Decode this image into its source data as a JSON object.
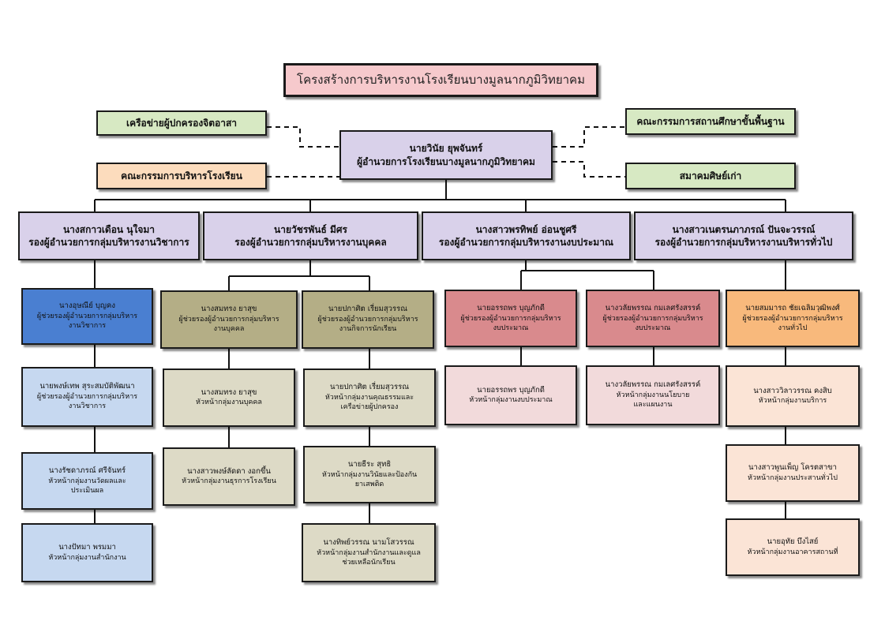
{
  "title": "โครงสร้างการบริหารงานโรงเรียนบางมูลนากภูมิวิทยาคม",
  "colors": {
    "title_bg": "#f6c9cc",
    "green": "#d7e9c3",
    "orange_light": "#fcdcbd",
    "lavender": "#d9d1ea",
    "blue_dark": "#4a7fd1",
    "blue_light": "#c6d8f0",
    "khaki_dark": "#b4ae86",
    "khaki_light": "#dddac6",
    "rose_dark": "#d98a8d",
    "rose_light": "#f2dadb",
    "orange_dark": "#f8b97c",
    "peach_light": "#fbe4d6"
  },
  "side_boxes": {
    "parent_network": "เครือข่ายผู้ปกครองจิตอาสา",
    "school_admin_committee": "คณะกรรมการบริหารโรงเรียน",
    "basic_education_committee": "คณะกรรมการสถานศึกษาขั้นพื้นฐาน",
    "alumni_association": "สมาคมศิษย์เก่า"
  },
  "director": {
    "name": "นายวินัย ยุพจันทร์",
    "position": "ผู้อำนวยการโรงเรียนบางมูลนากภูมิวิทยาคม"
  },
  "deputies": [
    {
      "name": "นางสกาวเดือน นุใจมา",
      "position": "รองผู้อำนวยการกลุ่มบริหารงานวิชาการ"
    },
    {
      "name": "นายวัชรพันธ์ มีศร",
      "position": "รองผู้อำนวยการกลุ่มบริหารงานบุคคล"
    },
    {
      "name": "นางสาวพรทิพย์ อ่อนชูศรี",
      "position": "รองผู้อำนวยการกลุ่มบริหารงานงบประมาณ"
    },
    {
      "name": "นางสาวเนตรนภาภรณ์ ปันจะวรรณ์",
      "position": "รองผู้อำนวยการกลุ่มบริหารงานบริหารทั่วไป"
    }
  ],
  "academic": {
    "assistant": {
      "name": "นางอุษณีย์ บุญคง",
      "line1": "ผู้ช่วยรองผู้อำนวยการกลุ่มบริหาร",
      "line2": "งานวิชาการ"
    },
    "heads": [
      {
        "name": "นายพงษ์เทพ สุระสมบัติพัฒนา",
        "line1": "ผู้ช่วยรองผู้อำนวยการกลุ่มบริหาร",
        "line2": "งานวิชาการ"
      },
      {
        "name": "นางรัชดาภรณ์ ศรีจันทร์",
        "line1": "หัวหน้ากลุ่มงานวัดผลและ",
        "line2": "ประเมินผล"
      },
      {
        "name": "นางปัทมา พรมมา",
        "line1": "หัวหน้ากลุ่มงานสำนักงาน",
        "line2": ""
      }
    ]
  },
  "personnel": {
    "left_assistant": {
      "name": "นางสมทรง ยาสุข",
      "line1": "ผู้ช่วยรองผู้อำนวยการกลุ่มบริหาร",
      "line2": "งานบุคคล"
    },
    "left_heads": [
      {
        "name": "นางสมทรง ยาสุข",
        "line1": "หัวหน้ากลุ่มงานบุคคล",
        "line2": ""
      },
      {
        "name": "นางสาวพงษ์ลัดดา งอกขึ้น",
        "line1": "หัวหน้ากลุ่มงานธุรการโรงเรียน",
        "line2": ""
      }
    ],
    "right_assistant": {
      "name": "นายปกาศิต เรี่ยมสุวรรณ",
      "line1": "ผู้ช่วยรองผู้อำนวยการกลุ่มบริหาร",
      "line2": "งานกิจการนักเรียน"
    },
    "right_heads": [
      {
        "name": "นายปกาศิต เรี่ยมสุวรรณ",
        "line1": "หัวหน้ากลุ่มงานคุณธรรมและ",
        "line2": "เครือข่ายผู้ปกครอง"
      },
      {
        "name": "นายธีระ สุทธิ",
        "line1": "หัวหน้ากลุ่มงานวินัยและป้องกัน",
        "line2": "ยาเสพติด"
      },
      {
        "name": "นางทิพย์วรรณ นามโสวรรณ",
        "line1": "หัวหน้ากลุ่มงานสำนักงานและดูแล",
        "line2": "ช่วยเหลือนักเรียน"
      }
    ]
  },
  "budget": {
    "left_assistant": {
      "name": "นายอรรถพร บุญภักดี",
      "line1": "ผู้ช่วยรองผู้อำนวยการกลุ่มบริหาร",
      "line2": "งบประมาณ"
    },
    "left_head": {
      "name": "นายอรรถพร บุญภักดี",
      "line1": "หัวหน้ากลุ่มงานงบประมาณ",
      "line2": ""
    },
    "right_assistant": {
      "name": "นางวลัยพรรณ กมเลศรังสรรค์",
      "line1": "ผู้ช่วยรองผู้อำนวยการกลุ่มบริหาร",
      "line2": "งบประมาณ"
    },
    "right_head": {
      "name": "นางวลัยพรรณ กมเลศรังสรรค์",
      "line1": "หัวหน้ากลุ่มงานนโยบาย",
      "line2": "และแผนงาน"
    }
  },
  "general": {
    "assistant": {
      "name": "นายสมมารถ ชัยเฉลิมวุฒิพงศ์",
      "line1": "ผู้ช่วยรองผู้อำนวยการกลุ่มบริหาร",
      "line2": "งานทั่วไป"
    },
    "heads": [
      {
        "name": "นางสาววิลาวรรณ คงสิบ",
        "line1": "หัวหน้ากลุ่มงานบริการ",
        "line2": ""
      },
      {
        "name": "นางสาวพูนเพ็ญ โครตสาขา",
        "line1": "หัวหน้ากลุ่มงานประสานทั่วไป",
        "line2": ""
      },
      {
        "name": "นายอุทัย บึงไสย์",
        "line1": "หัวหน้ากลุ่มงานอาคารสถานที่",
        "line2": ""
      }
    ]
  }
}
